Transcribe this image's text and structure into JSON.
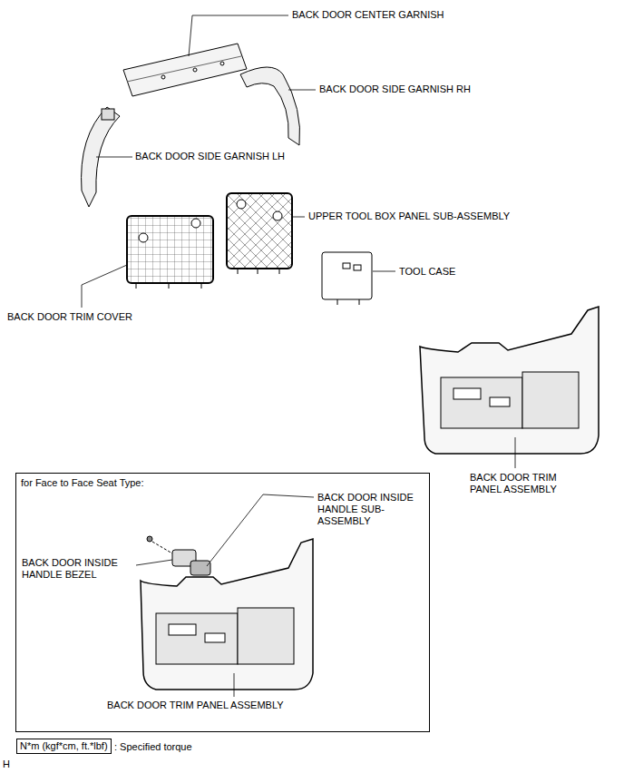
{
  "diagram": {
    "nodes": [
      {
        "text": [
          "for Face to Face Seat Type:"
        ]
      },
      {
        "text": [
          "N*m (kgf*cm, ft.*lbf)"
        ]
      }
    ],
    "labels": [
      "BACK DOOR CENTER GARNISH",
      "BACK DOOR SIDE GARNISH RH",
      "BACK DOOR SIDE GARNISH LH",
      "UPPER TOOL BOX PANEL SUB-ASSEMBLY",
      "TOOL CASE",
      "BACK DOOR TRIM COVER",
      "BACK DOOR TRIM PANEL ASSEMBLY",
      "BACK DOOR INSIDE HANDLE SUB-ASSEMBLY",
      "BACK DOOR INSIDE HANDLE BEZEL",
      "BACK DOOR TRIM PANEL ASSEMBLY",
      ": Specified torque",
      "H"
    ]
  }
}
